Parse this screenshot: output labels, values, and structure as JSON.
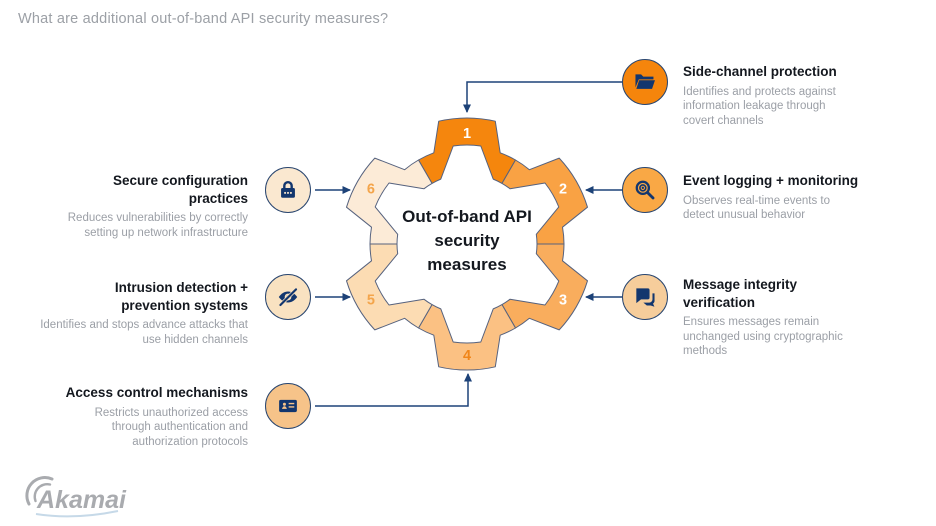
{
  "page": {
    "title": "What are additional out-of-band API security measures?"
  },
  "center": {
    "label": "Out-of-band API security measures"
  },
  "gear": {
    "outline_color": "#56627E",
    "arrow_color": "#1D4278",
    "segments": [
      {
        "number": "1",
        "fill": "#F5860D",
        "number_color": "#FFFFFF"
      },
      {
        "number": "2",
        "fill": "#F9A244",
        "number_color": "#FFFFFF"
      },
      {
        "number": "3",
        "fill": "#F9AD5D",
        "number_color": "#FFFFFF"
      },
      {
        "number": "4",
        "fill": "#FBC183",
        "number_color": "#F0861A"
      },
      {
        "number": "5",
        "fill": "#FCDCB3",
        "number_color": "#F4A54B"
      },
      {
        "number": "6",
        "fill": "#FCEBD7",
        "number_color": "#F4A54B"
      }
    ]
  },
  "icon_color": "#12366E",
  "items": [
    {
      "number": "1",
      "title": "Side-channel protection",
      "description": "Identifies and protects against information leakage through covert channels",
      "icon": "folder-open-icon",
      "icon_bg": "#F5850C"
    },
    {
      "number": "2",
      "title": "Event logging + monitoring",
      "description": "Observes real-time events to detect unusual behavior",
      "icon": "magnifier-monitoring-icon",
      "icon_bg": "#F9A845"
    },
    {
      "number": "3",
      "title": "Message integrity verification",
      "description": "Ensures messages remain unchanged using cryptographic methods",
      "icon": "chat-bubbles-icon",
      "icon_bg": "#F6CD9B"
    },
    {
      "number": "4",
      "title": "Access control mechanisms",
      "description": "Restricts unauthorized access through authentication and authorization protocols",
      "icon": "id-card-icon",
      "icon_bg": "#F6C389"
    },
    {
      "number": "5",
      "title": "Intrusion detection + prevention systems",
      "description": "Identifies and stops advance attacks that use hidden channels",
      "icon": "eye-off-icon",
      "icon_bg": "#F9E2C1"
    },
    {
      "number": "6",
      "title": "Secure configuration practices",
      "description": "Reduces vulnerabilities by correctly setting up network infrastructure",
      "icon": "lock-icon",
      "icon_bg": "#FAE8D0"
    }
  ],
  "logo": {
    "text": "Akamai",
    "color": "#A9ABAF"
  }
}
